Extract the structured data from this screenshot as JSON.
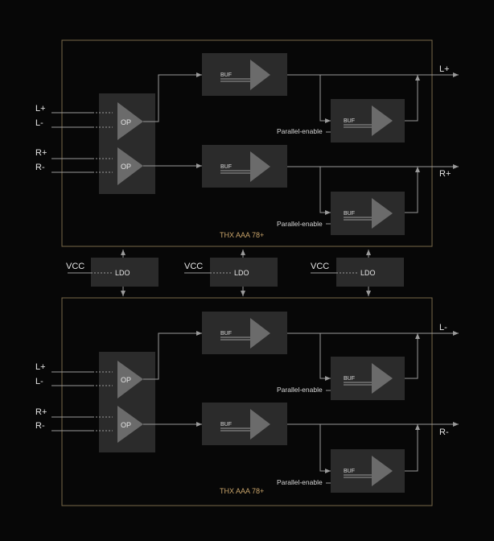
{
  "colors": {
    "background": "#070707",
    "frame": "#7a6a4a",
    "block": "#2b2b2b",
    "triangle": "#6a6a6a",
    "wire": "#9a9a9a",
    "accent_text": "#c9a46a"
  },
  "top_amp": {
    "title": "THX AAA 78+",
    "inputs": [
      "L+",
      "L-",
      "R+",
      "R-"
    ],
    "outputs": [
      "L+",
      "R+"
    ],
    "op_labels": [
      "OP",
      "OP"
    ],
    "buf_labels": [
      "BUF",
      "BUF",
      "BUF",
      "BUF"
    ],
    "parallel_labels": [
      "Parallel-enable",
      "Parallel-enable"
    ]
  },
  "bottom_amp": {
    "title": "THX AAA 78+",
    "inputs": [
      "L+",
      "L-",
      "R+",
      "R-"
    ],
    "outputs": [
      "L-",
      "R-"
    ],
    "op_labels": [
      "OP",
      "OP"
    ],
    "buf_labels": [
      "BUF",
      "BUF",
      "BUF",
      "BUF"
    ],
    "parallel_labels": [
      "Parallel-enable",
      "Parallel-enable"
    ]
  },
  "ldos": [
    {
      "supply": "VCC",
      "label": "LDO"
    },
    {
      "supply": "VCC",
      "label": "LDO"
    },
    {
      "supply": "VCC",
      "label": "LDO"
    }
  ]
}
